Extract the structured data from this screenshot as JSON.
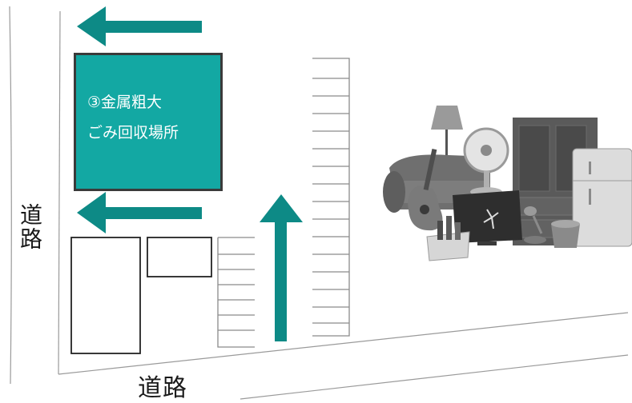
{
  "labels": {
    "road_left": "道路",
    "road_bottom": "道路"
  },
  "site": {
    "line1": "③金属粗大",
    "line2": "ごみ回収場所"
  },
  "colors": {
    "teal": "#0d8a86",
    "site_fill": "#13a8a3",
    "line": "#333333",
    "rail": "#8a8a8a"
  },
  "icons": [
    "floor-lamp-icon",
    "guitar-icon",
    "electric-fan-icon",
    "cabinet-icon",
    "refrigerator-icon",
    "sofa-icon",
    "broken-tv-icon",
    "desk-lamp-icon",
    "bottles-icon",
    "bucket-icon"
  ]
}
